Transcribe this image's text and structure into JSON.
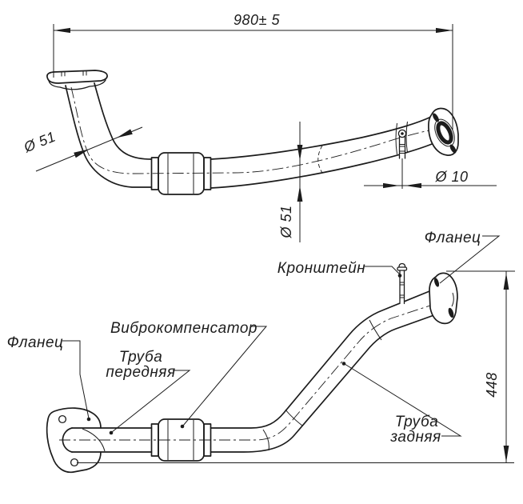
{
  "style": {
    "ink_color": "#1c1c1c",
    "background_color": "#ffffff"
  },
  "top_view": {
    "dim_overall_length": "980± 5",
    "dim_bend_diameter": "Ø 51",
    "dim_mid_diameter": "Ø 51",
    "dim_bracket_rod_diameter": "Ø 10"
  },
  "bottom_view": {
    "dim_height": "448",
    "labels": {
      "flange_right": "Фланец",
      "bracket": "Кронштейн",
      "vibration_compensator": "Виброкомпенсатор",
      "flange_left": "Фланец",
      "front_pipe_line1": "Труба",
      "front_pipe_line2": "передняя",
      "rear_pipe_line1": "Труба",
      "rear_pipe_line2": "задняя"
    }
  }
}
